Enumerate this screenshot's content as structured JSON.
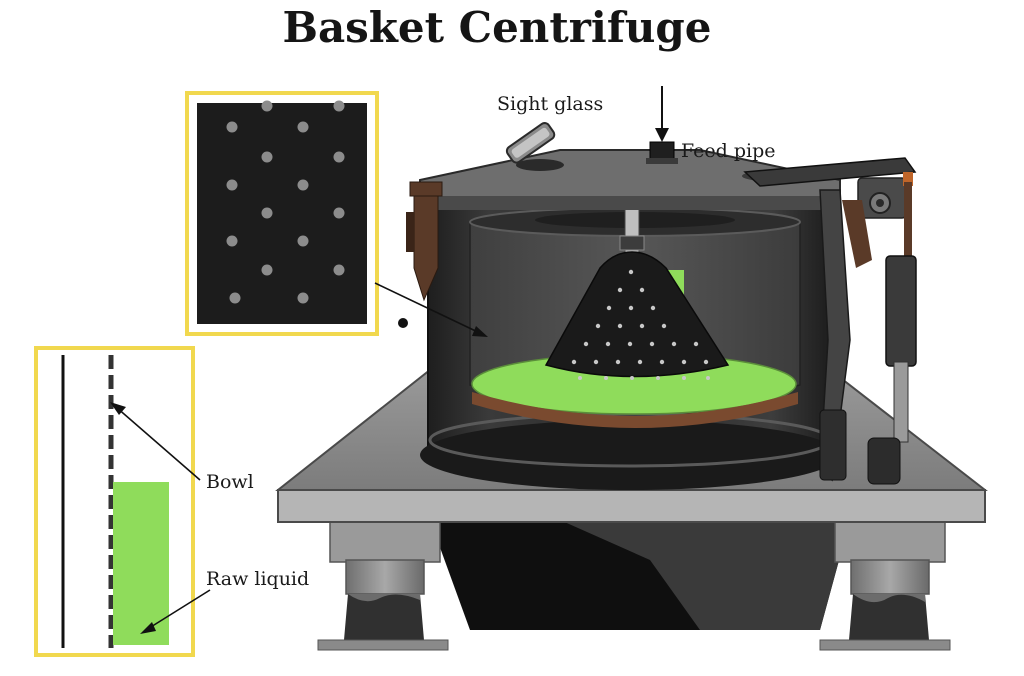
{
  "title": "Basket Centrifuge",
  "labels": {
    "sight_glass": "Sight glass",
    "feed_pipe": "Feed pipe",
    "bowl": "Bowl",
    "raw_liquid": "Raw liquid"
  },
  "colors": {
    "callout_border": "#f1d84e",
    "liquid_green": "#8fdc5b",
    "metal_dark": "#2c2c2c",
    "metal_grey": "#8a8a8a",
    "rust": "#5a3a28"
  }
}
